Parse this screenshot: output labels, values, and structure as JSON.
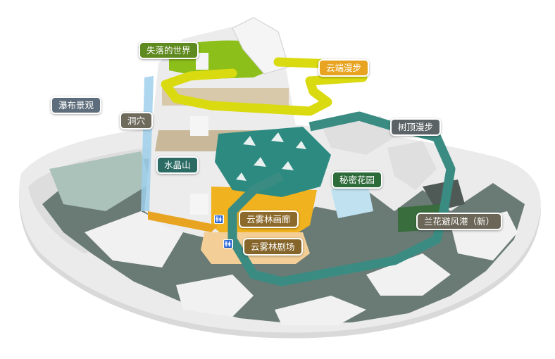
{
  "labels": {
    "lost_world": "失落的世界",
    "cloud_walk": "云端漫步",
    "waterfall_view": "瀑布景观",
    "cave": "洞穴",
    "treetop_walk": "树顶漫步",
    "crystal_mountain": "水晶山",
    "secret_garden": "秘密花园",
    "cloud_forest_gallery": "云雾林画廊",
    "orchid_haven": "兰花避风港（新）",
    "cloud_forest_theatre": "云雾林剧场"
  },
  "colors": {
    "lost_world": "#5f8a1f",
    "cloud_walk": "#e8a421",
    "waterfall_view": "#5d6d7b",
    "cave": "#6e6a5c",
    "treetop_walk": "#5c6366",
    "crystal_mountain": "#2b6b64",
    "secret_garden": "#2e6b3a",
    "cloud_forest_gallery": "#8c6a2b",
    "orchid_haven": "#6b6657",
    "cloud_forest_theatre": "#85652a",
    "teal_path": "#3a8c82",
    "yellow_path": "#dada10"
  },
  "icons": [
    "restroom-icon",
    "restroom-icon"
  ]
}
